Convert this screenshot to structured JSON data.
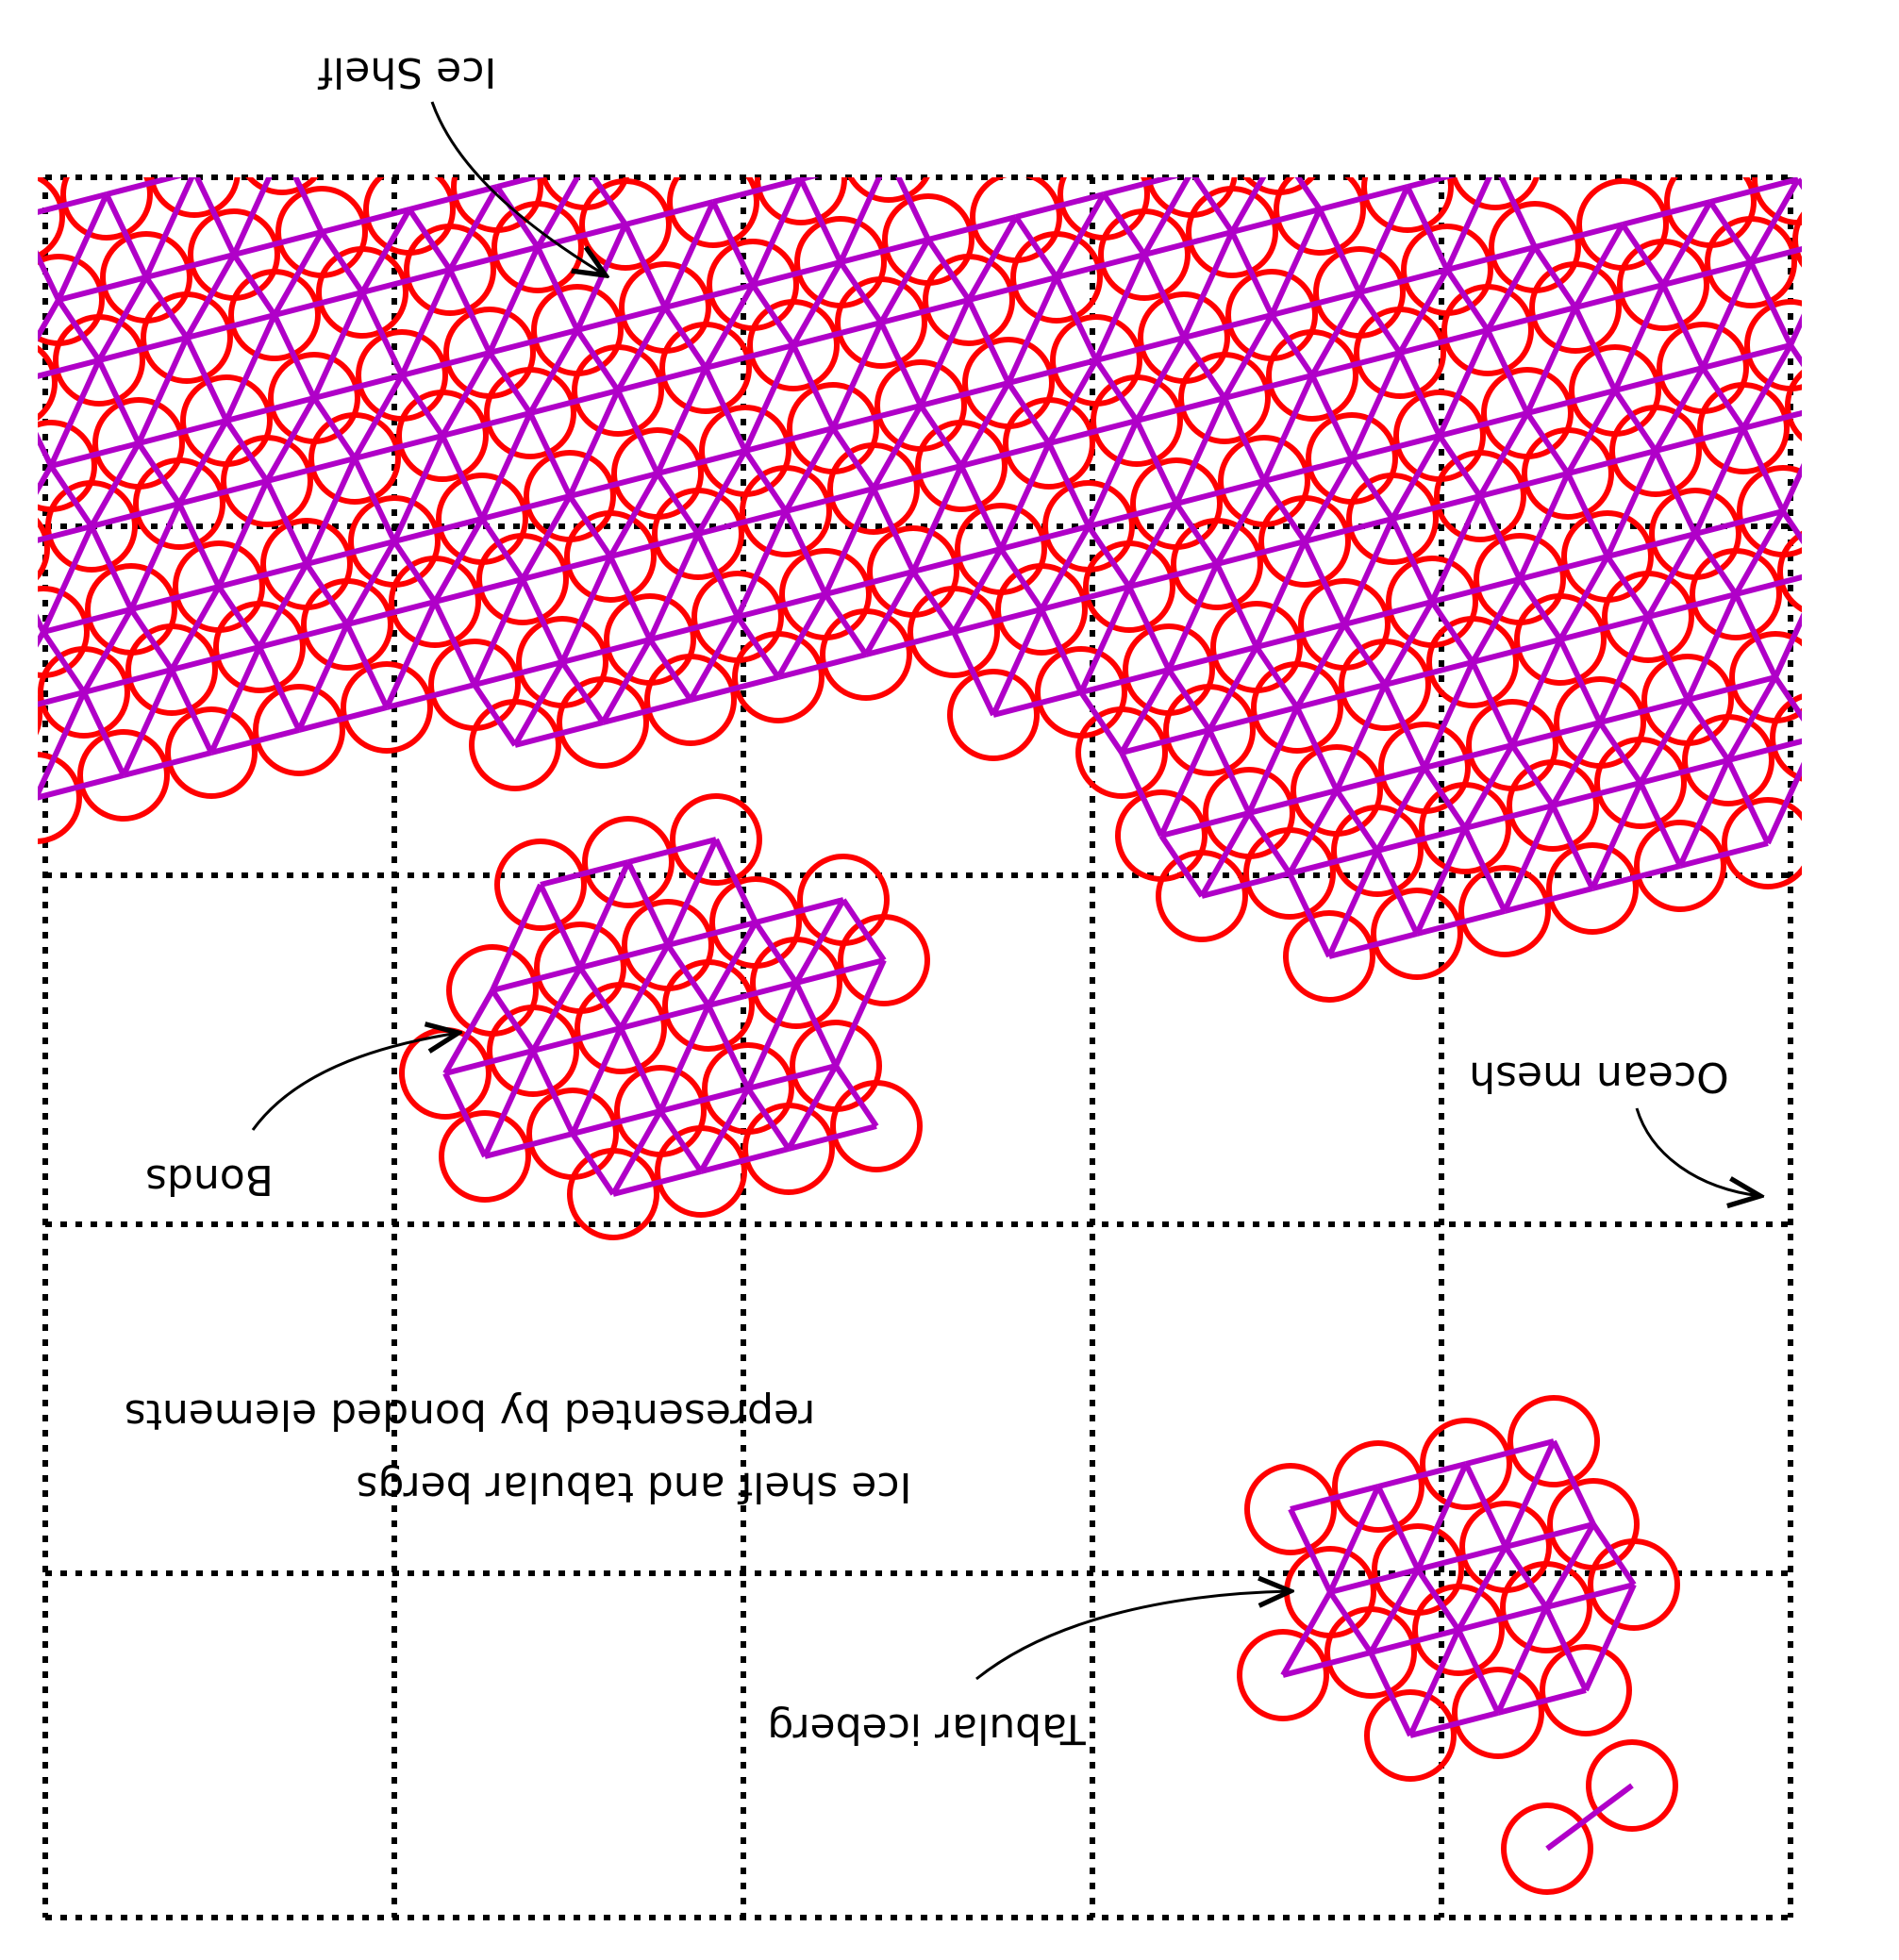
{
  "labels": {
    "ice_shelf": "Ice Shelf",
    "ocean_mesh": "Ocean mesh",
    "bonds": "Bonds",
    "caption_line1": "Ice shelf and tabular bergs",
    "caption_line2": "represented by bonded elements",
    "tabular_iceberg": "Tabular iceberg"
  },
  "colors": {
    "element_outline": "#ff0000",
    "bond": "#b000c8",
    "mesh": "#000000",
    "background": "#ffffff"
  },
  "orientation": "image is rotated 180 degrees (text appears upside down)"
}
